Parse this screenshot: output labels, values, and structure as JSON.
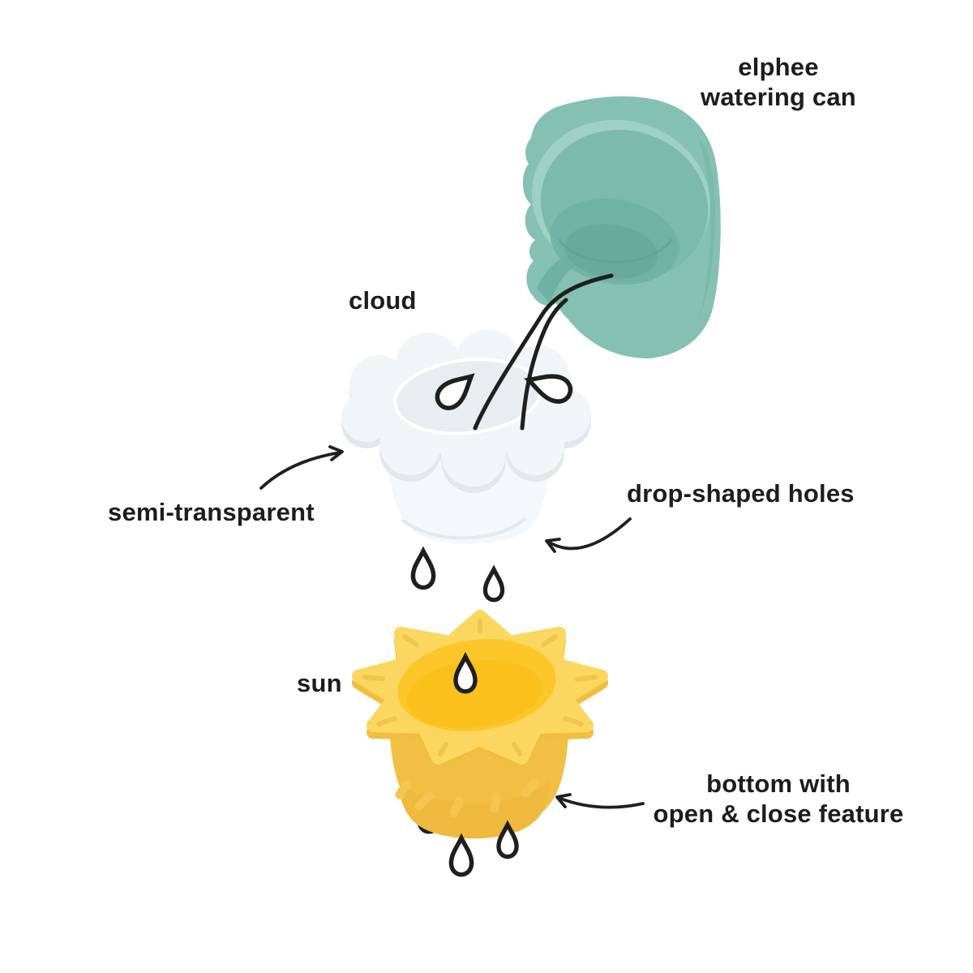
{
  "title": {
    "line1": "elphee",
    "line2": "watering can"
  },
  "labels": {
    "cloud": "cloud",
    "semi_transparent": "semi-transparent",
    "drop_shaped_holes": "drop-shaped holes",
    "sun": "sun",
    "bottom_feature_line1": "bottom with",
    "bottom_feature_line2": "open & close feature"
  },
  "colors": {
    "background": "#ffffff",
    "ink": "#1d1d1b",
    "can_green": "#85c1b3",
    "can_green_light": "#9ed1c4",
    "can_green_inner": "#7cbaac",
    "can_green_floor": "#69aa9c",
    "cloud_white": "#f2f5f7",
    "cloud_shade": "#e1e7eb",
    "cloud_inner": "#e9edf1",
    "cloud_body": "#f5f8fa",
    "sun_ray_yellow": "#fbd760",
    "sun_ray_shade": "#f0bf3f",
    "sun_inner_yellow": "#fcc629",
    "sun_body_gold": "#f2bf45",
    "sun_cap_gold": "#eeb93d"
  }
}
